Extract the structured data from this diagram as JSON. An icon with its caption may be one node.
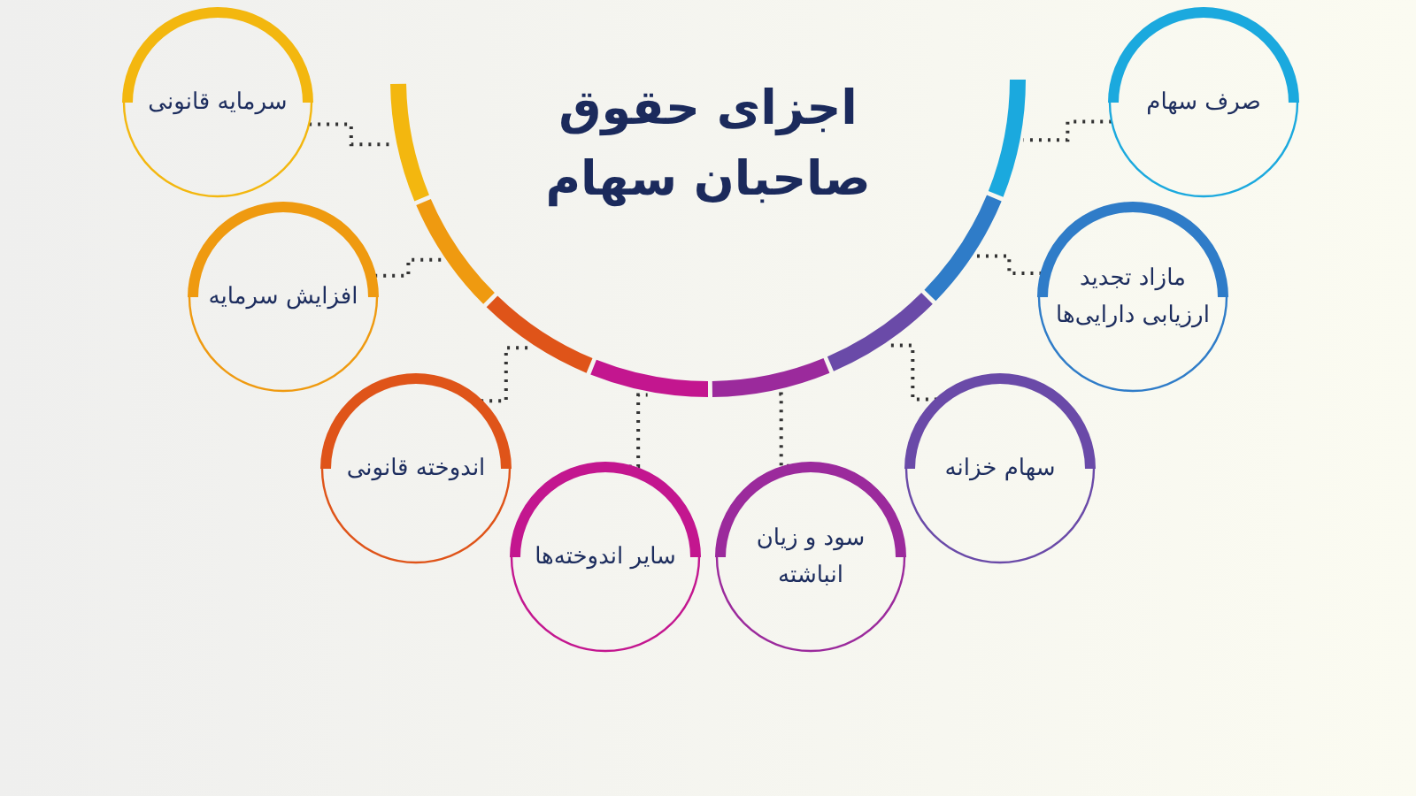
{
  "diagram": {
    "title": "اجزای حقوق صاحبان سهام",
    "nodes": [
      {
        "text": [
          "صرف سهام"
        ]
      },
      {
        "text": [
          "مازاد تجدید ارزیابی دارایی‌ها"
        ]
      },
      {
        "text": [
          "سهام خزانه"
        ]
      },
      {
        "text": [
          "سود و زیان انباشته"
        ]
      },
      {
        "text": [
          "سایر اندوخته‌ها"
        ]
      },
      {
        "text": [
          "اندوخته قانونی"
        ]
      },
      {
        "text": [
          "افزایش سرمایه"
        ]
      },
      {
        "text": [
          "سرمایه قانونی"
        ]
      },
      {
        "text": [],
        "shape": "bar"
      },
      {
        "text": [],
        "shape": "bar"
      },
      {
        "text": [],
        "shape": "bar"
      },
      {
        "text": [],
        "shape": "bar"
      },
      {
        "text": [],
        "shape": "bar"
      },
      {
        "text": [],
        "shape": "bar"
      },
      {
        "text": [],
        "shape": "bar"
      },
      {
        "text": [],
        "shape": "bar"
      }
    ],
    "edges": [
      {
        "from": 0,
        "to": 8,
        "arrow": "none",
        "style": "dashed"
      },
      {
        "from": 1,
        "to": 9,
        "arrow": "none",
        "style": "dashed"
      },
      {
        "from": 2,
        "to": 10,
        "arrow": "none",
        "style": "dashed"
      },
      {
        "from": 3,
        "to": 11,
        "arrow": "none",
        "style": "dashed"
      },
      {
        "from": 4,
        "to": 12,
        "arrow": "none",
        "style": "dashed"
      },
      {
        "from": 5,
        "to": 13,
        "arrow": "none",
        "style": "dashed"
      },
      {
        "from": 6,
        "to": 14,
        "arrow": "none",
        "style": "dashed"
      },
      {
        "from": 7,
        "to": 15,
        "arrow": "none",
        "style": "dashed"
      }
    ]
  }
}
